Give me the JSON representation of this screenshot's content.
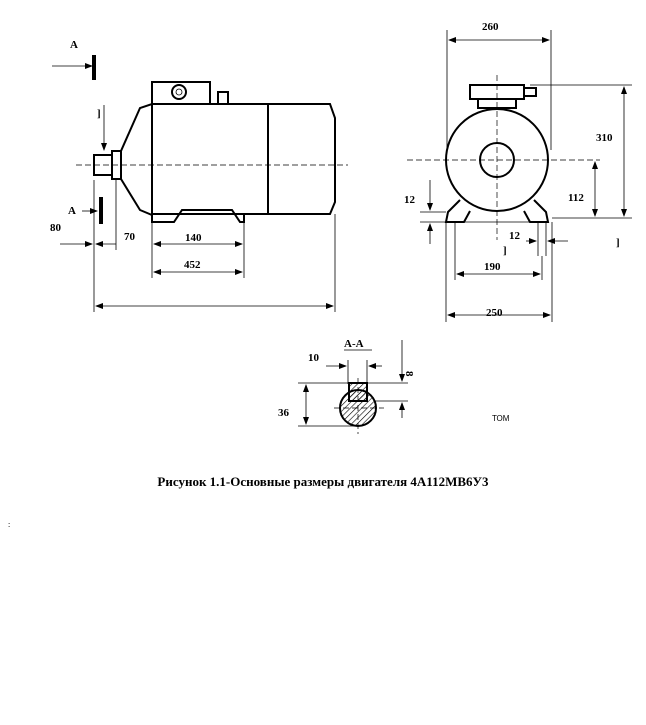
{
  "labels": {
    "section_a_top": "A",
    "section_a_bottom": "A",
    "section_title": "A-A",
    "bracket_1": "]",
    "bracket_2": "]",
    "bracket_3": "]",
    "stamp": "ТОМ",
    "dot_mark": ":"
  },
  "dimensions": {
    "d80": "80",
    "d70": "70",
    "d140": "140",
    "d452": "452",
    "d260": "260",
    "d310": "310",
    "d112": "112",
    "d12_left": "12",
    "d12_right": "12",
    "d190": "190",
    "d250": "250",
    "d10": "10",
    "d8": "8",
    "d36": "36"
  },
  "caption": "Рисунок 1.1-Основные размеры двигателя 4А112МВ6У3"
}
